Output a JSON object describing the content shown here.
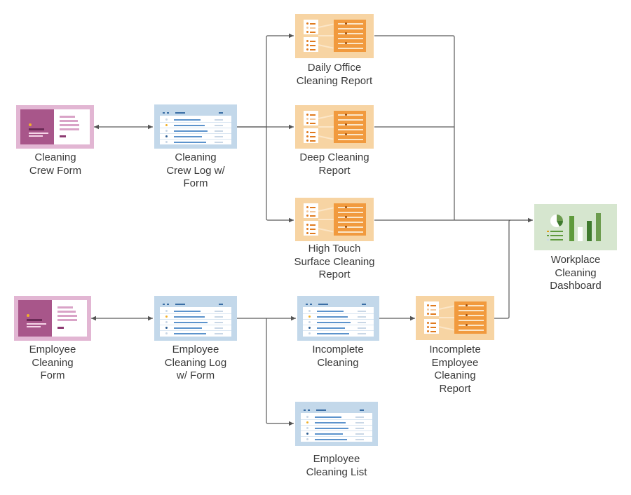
{
  "nodes": {
    "cleaning_crew_form": {
      "label_lines": [
        "Cleaning",
        "Crew Form"
      ],
      "kind": "form"
    },
    "cleaning_crew_log": {
      "label_lines": [
        "Cleaning",
        "Crew Log w/",
        "Form"
      ],
      "kind": "sheet"
    },
    "daily_office_report": {
      "label_lines": [
        "Daily Office",
        "Cleaning Report"
      ],
      "kind": "report"
    },
    "deep_cleaning_report": {
      "label_lines": [
        "Deep Cleaning",
        "Report"
      ],
      "kind": "report"
    },
    "high_touch_report": {
      "label_lines": [
        "High Touch",
        "Surface Cleaning",
        "Report"
      ],
      "kind": "report"
    },
    "workplace_dashboard": {
      "label_lines": [
        "Workplace",
        "Cleaning",
        "Dashboard"
      ],
      "kind": "dashboard"
    },
    "employee_cleaning_form": {
      "label_lines": [
        "Employee",
        "Cleaning",
        "Form"
      ],
      "kind": "form"
    },
    "employee_cleaning_log": {
      "label_lines": [
        "Employee",
        "Cleaning Log",
        "w/ Form"
      ],
      "kind": "sheet"
    },
    "incomplete_cleaning": {
      "label_lines": [
        "Incomplete",
        "Cleaning"
      ],
      "kind": "sheet"
    },
    "incomplete_employee_report": {
      "label_lines": [
        "Incomplete",
        "Employee",
        "Cleaning",
        "Report"
      ],
      "kind": "report"
    },
    "employee_cleaning_list": {
      "label_lines": [
        "Employee",
        "Cleaning List"
      ],
      "kind": "sheet"
    }
  },
  "edges": [
    {
      "from": "cleaning_crew_form",
      "to": "cleaning_crew_log",
      "style": "bidirectional"
    },
    {
      "from": "cleaning_crew_log",
      "to": "daily_office_report",
      "style": "arrow"
    },
    {
      "from": "cleaning_crew_log",
      "to": "deep_cleaning_report",
      "style": "arrow"
    },
    {
      "from": "cleaning_crew_log",
      "to": "high_touch_report",
      "style": "arrow"
    },
    {
      "from": "daily_office_report",
      "to": "workplace_dashboard",
      "style": "arrow"
    },
    {
      "from": "deep_cleaning_report",
      "to": "workplace_dashboard",
      "style": "arrow"
    },
    {
      "from": "high_touch_report",
      "to": "workplace_dashboard",
      "style": "arrow"
    },
    {
      "from": "incomplete_employee_report",
      "to": "workplace_dashboard",
      "style": "arrow"
    },
    {
      "from": "employee_cleaning_form",
      "to": "employee_cleaning_log",
      "style": "bidirectional"
    },
    {
      "from": "employee_cleaning_log",
      "to": "incomplete_cleaning",
      "style": "arrow"
    },
    {
      "from": "employee_cleaning_log",
      "to": "employee_cleaning_list",
      "style": "arrow"
    },
    {
      "from": "incomplete_cleaning",
      "to": "incomplete_employee_report",
      "style": "arrow"
    }
  ],
  "colors": {
    "form": "#e2b6d3",
    "sheet": "#c3d8ea",
    "report": "#f7d4a3",
    "dashboard": "#d6e6cf",
    "connector": "#5a5a5a"
  }
}
